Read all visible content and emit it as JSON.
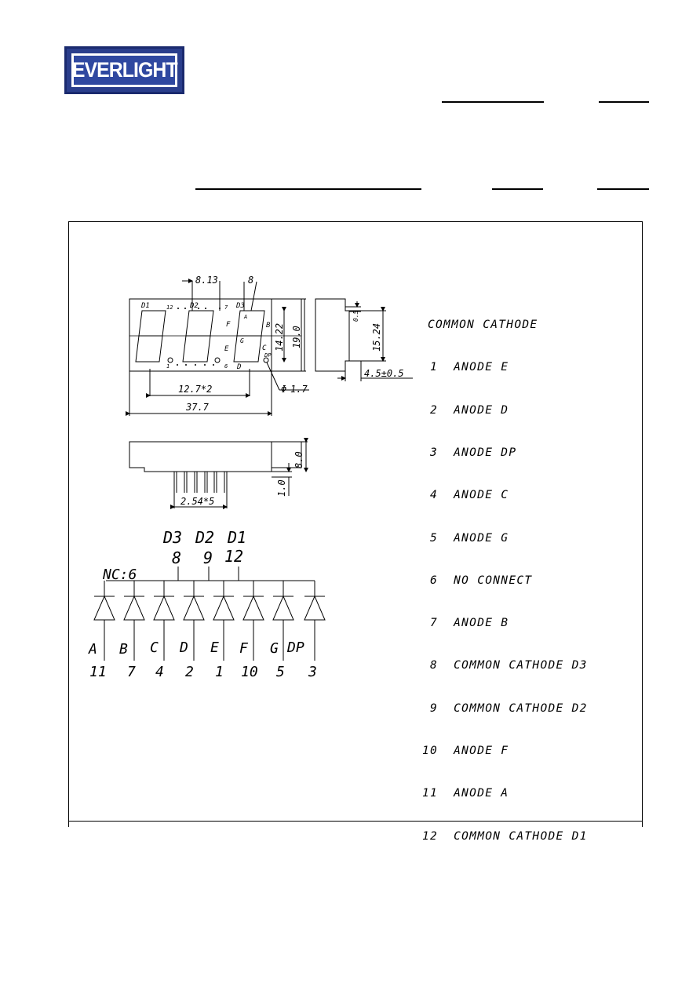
{
  "header": {
    "logo_text": "EVERLIGHT",
    "brand_color": "#2a3e8c"
  },
  "drawing": {
    "dimensions": {
      "top_width": "8.13",
      "slant": "8",
      "digit_height": "14.22",
      "body_height": "19.0",
      "pitch": "12.7*2",
      "total_length": "37.7",
      "hole": "1.7",
      "side_a": "0.5",
      "side_width": "15.24",
      "side_thickness": "4.5±0.5",
      "height": "8.0",
      "pin_length": "1.0",
      "pin_pitch": "2.54*5"
    },
    "front_labels": {
      "d1": "D1",
      "d2": "D2",
      "d3": "D3",
      "pin12": "12",
      "pin7": "7",
      "pin1": "1",
      "pin6": "6",
      "seg_a": "A",
      "seg_b": "B",
      "seg_f": "F",
      "seg_g": "G",
      "seg_e": "E",
      "seg_c": "C",
      "seg_d": "D",
      "seg_dp": "DP"
    },
    "pin_table": {
      "title": "COMMON CATHODE",
      "rows": [
        " 1  ANODE E",
        " 2  ANODE D",
        " 3  ANODE DP",
        " 4  ANODE C",
        " 5  ANODE G",
        " 6  NO CONNECT",
        " 7  ANODE B",
        " 8  COMMON CATHODE D3",
        " 9  COMMON CATHODE D2",
        "10  ANODE F",
        "11  ANODE A",
        "12  COMMON CATHODE D1"
      ]
    },
    "schematic": {
      "digits": [
        "D3",
        "D2",
        "D1"
      ],
      "digit_pins": [
        "8",
        "9",
        "12"
      ],
      "nc_label": "NC:6",
      "segments": [
        "A",
        "B",
        "C",
        "D",
        "E",
        "F",
        "G",
        "DP"
      ],
      "segment_pins": [
        "11",
        "7",
        "4",
        "2",
        "1",
        "10",
        "5",
        "3"
      ]
    }
  }
}
